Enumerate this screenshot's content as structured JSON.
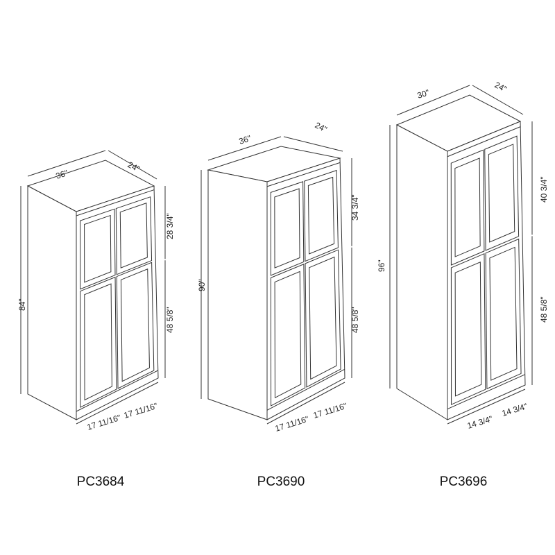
{
  "cabinets": [
    {
      "model": "PC3684",
      "width": "36\"",
      "depth": "24\"",
      "height": "84\"",
      "upper_door": "28 3/4\"",
      "lower_door": "48 5/8\"",
      "door_width_left": "17 11/16\"",
      "door_width_right": "17 11/16\""
    },
    {
      "model": "PC3690",
      "width": "36\"",
      "depth": "24\"",
      "height": "90\"",
      "upper_door": "34 3/4\"",
      "lower_door": "48 5/8\"",
      "door_width_left": "17 11/16\"",
      "door_width_right": "17 11/16\""
    },
    {
      "model": "PC3696",
      "width": "30\"",
      "depth": "24\"",
      "height": "96\"",
      "upper_door": "40 3/4\"",
      "lower_door": "48 5/8\"",
      "door_width_left": "14 3/4\"",
      "door_width_right": "14 3/4\""
    }
  ]
}
